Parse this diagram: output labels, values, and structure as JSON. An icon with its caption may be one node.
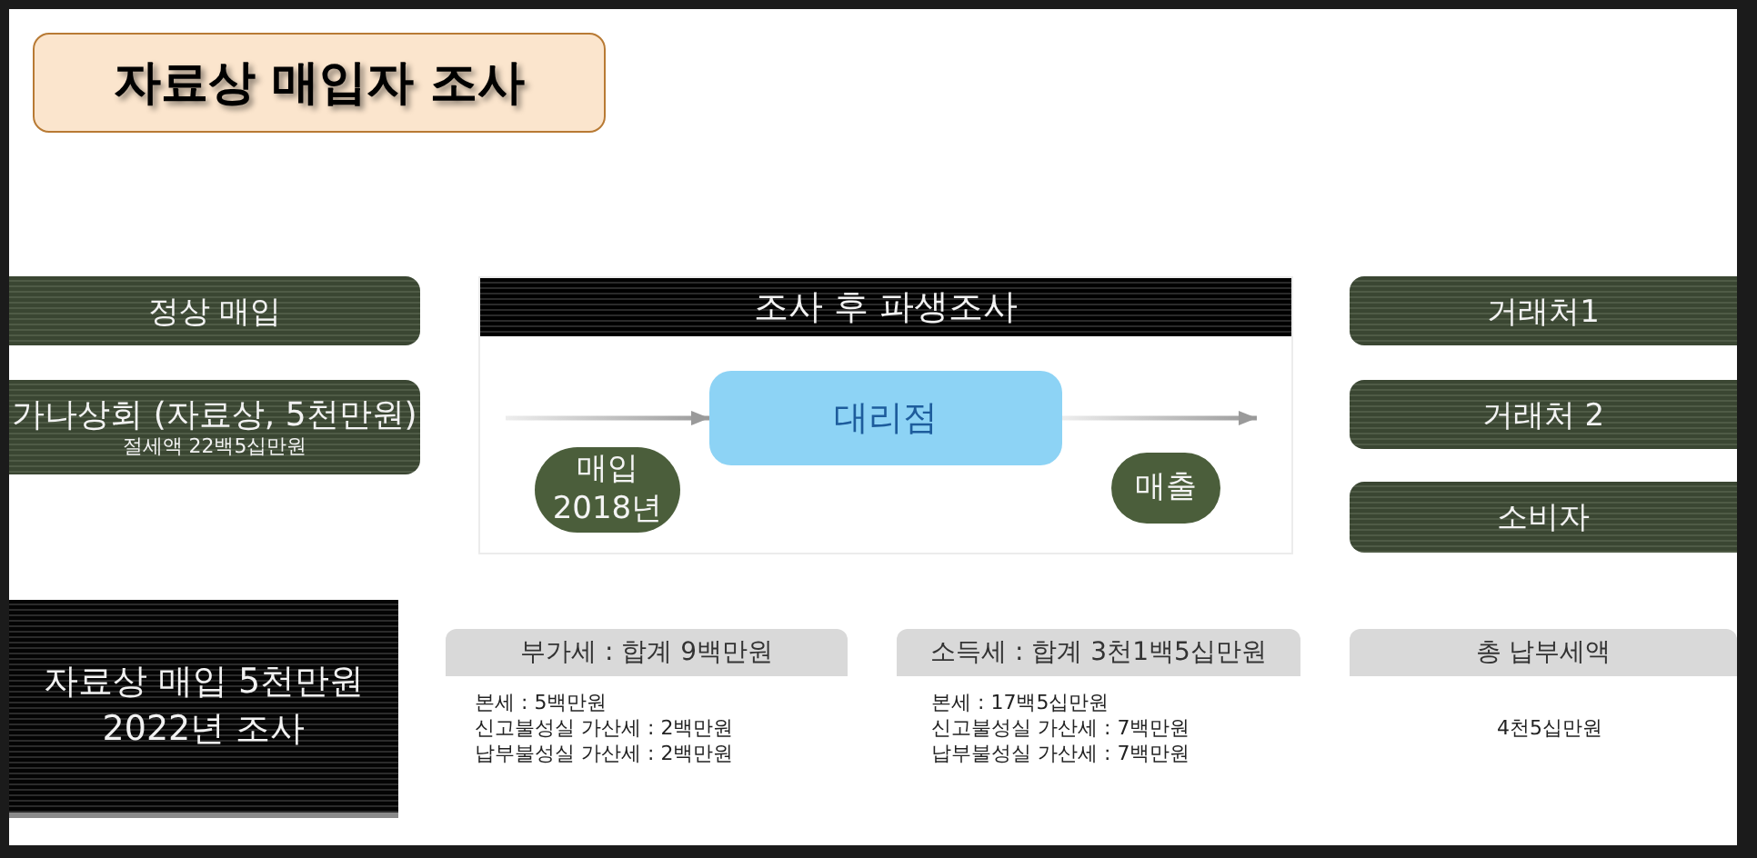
{
  "diagram": {
    "title": "자료상 매입자 조사",
    "nodes": [
      {
        "text": [
          "정상 매입"
        ]
      },
      {
        "text": [
          "가나상회 (자료상, 5천만원)",
          "절세액 22백5십만원"
        ]
      },
      {
        "text": [
          "자료상 매입 5천만원 2022년 조사"
        ]
      },
      {
        "text": [
          "조사 후 파생조사"
        ]
      },
      {
        "text": [
          "매입 2018년"
        ],
        "in": 3
      },
      {
        "text": [
          "대리점"
        ],
        "in": 3
      },
      {
        "text": [
          "매출"
        ],
        "in": 3
      },
      {
        "text": [
          "거래처1"
        ]
      },
      {
        "text": [
          "거래처 2"
        ]
      },
      {
        "text": [
          "소비자"
        ]
      },
      {
        "text": [
          "부가세 : 합계 9백만원"
        ],
        "beside": [
          "본세 : 5백만원",
          "신고불성실 가산세 : 2백만원",
          "납부불성실 가산세 : 2백만원"
        ]
      },
      {
        "text": [
          "소득세 : 합계 3천1백5십만원"
        ],
        "beside": [
          "본세 : 17백5십만원",
          "신고불성실 가산세 : 7백만원",
          "납부불성실 가산세 : 7백만원"
        ]
      },
      {
        "text": [
          "총 납부세액"
        ],
        "beside": [
          "4천5십만원"
        ]
      }
    ],
    "edges": [
      {
        "from": null,
        "to": 5,
        "arrow": "to"
      },
      {
        "from": 5,
        "to": null,
        "arrow": "to"
      }
    ]
  }
}
